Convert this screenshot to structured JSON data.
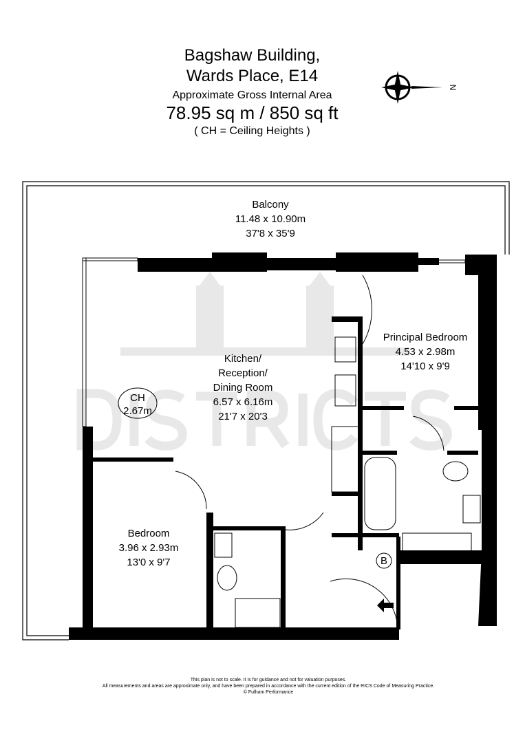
{
  "header": {
    "line1": "Bagshaw Building,",
    "line2": "Wards Place, E14",
    "area_label": "Approximate Gross Internal Area",
    "area_value": "78.95 sq m  /  850 sq ft",
    "note": "( CH = Ceiling Heights )"
  },
  "compass": {
    "label": "N"
  },
  "watermark": "DISTRICTS",
  "rooms": [
    {
      "name": "Balcony",
      "metric": "11.48 x 10.90m",
      "imperial": "37'8 x 35'9"
    },
    {
      "name": "Principal Bedroom",
      "metric": "4.53 x 2.98m",
      "imperial": "14'10 x 9'9"
    },
    {
      "name": "Kitchen/",
      "name2": "Reception/",
      "name3": "Dining Room",
      "metric": "6.57 x 6.16m",
      "imperial": "21'7 x 20'3"
    },
    {
      "name": "Bedroom",
      "metric": "3.96 x 2.93m",
      "imperial": "13'0 x 9'7"
    }
  ],
  "ceiling_height": {
    "label": "CH",
    "value": "2.67m"
  },
  "boiler_label": "B",
  "footer": {
    "line1": "This plan is not to scale. It is for guidance and not for valuation purposes.",
    "line2": "All measurements and areas are approximate only, and have been prepared in accordance with the current edition of the RICS Code of Measuring Practice.",
    "line3": "© Fulham Performance"
  }
}
